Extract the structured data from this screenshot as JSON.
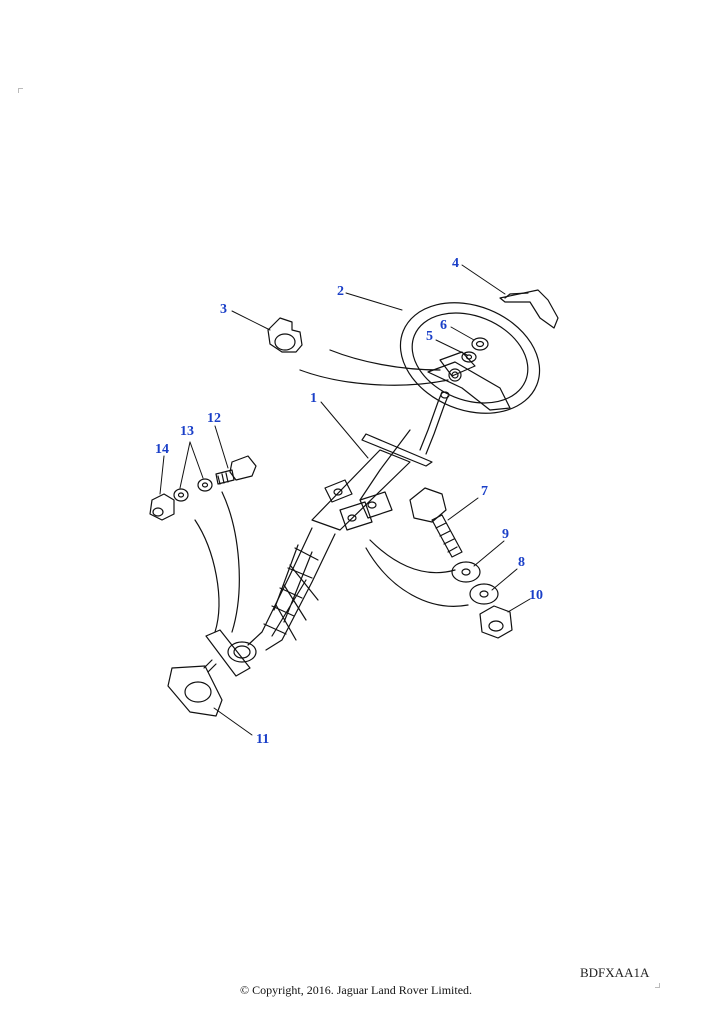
{
  "callouts": [
    {
      "id": "1",
      "label": "1"
    },
    {
      "id": "2",
      "label": "2"
    },
    {
      "id": "3",
      "label": "3"
    },
    {
      "id": "4",
      "label": "4"
    },
    {
      "id": "5",
      "label": "5"
    },
    {
      "id": "6",
      "label": "6"
    },
    {
      "id": "7",
      "label": "7"
    },
    {
      "id": "8",
      "label": "8"
    },
    {
      "id": "9",
      "label": "9"
    },
    {
      "id": "10",
      "label": "10"
    },
    {
      "id": "11",
      "label": "11"
    },
    {
      "id": "12",
      "label": "12"
    },
    {
      "id": "13",
      "label": "13"
    },
    {
      "id": "14",
      "label": "14"
    }
  ],
  "reference_code": "BDFXAA1A",
  "copyright": "© Copyright, 2016. Jaguar Land Rover Limited.",
  "colors": {
    "callout": "#1a3fc8",
    "line": "#111111"
  }
}
